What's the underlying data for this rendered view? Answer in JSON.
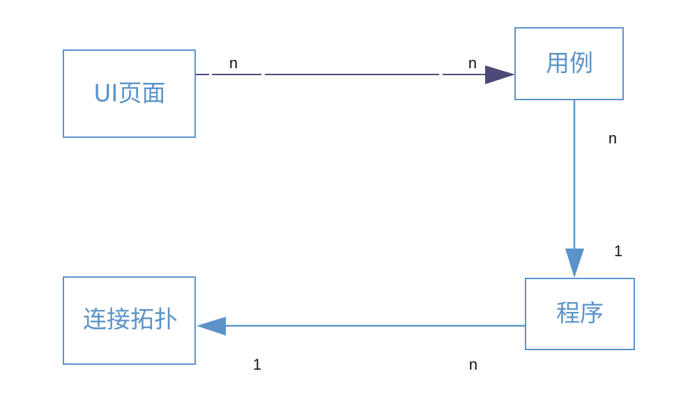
{
  "nodes": {
    "ui_page": {
      "label": "UI页面"
    },
    "use_case": {
      "label": "用例"
    },
    "program": {
      "label": "程序"
    },
    "topology": {
      "label": "连接拓扑"
    }
  },
  "edges": {
    "ui_to_usecase": {
      "source_card": "n",
      "target_card": "n"
    },
    "usecase_to_program": {
      "source_card": "n",
      "target_card": "1"
    },
    "program_to_topology": {
      "source_card": "n",
      "target_card": "1"
    }
  },
  "colors": {
    "node_stroke": "#5b93c9",
    "node_text": "#5b93c9",
    "arrow_dark": "#4e4a78",
    "arrow_blue": "#5b93c9",
    "card_text": "#111111"
  }
}
